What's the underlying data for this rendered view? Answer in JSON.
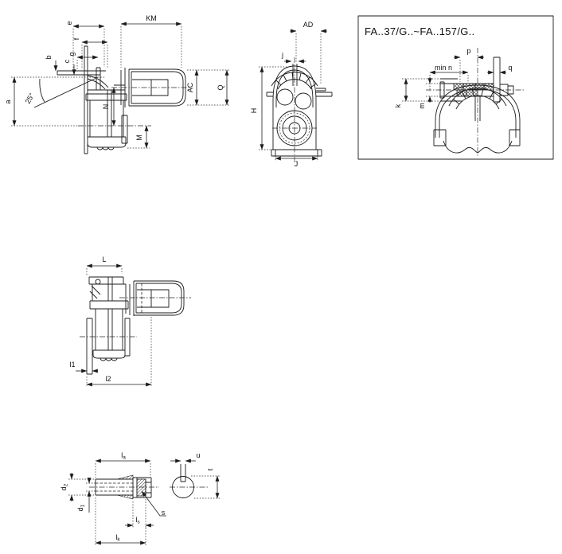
{
  "page": {
    "background": "#ffffff",
    "line_color": "#1b1b1b"
  },
  "detail_box": {
    "title": "FA..37/G..~FA..157/G.."
  },
  "side_view": {
    "e": "e",
    "f": "f",
    "g": "g",
    "b": "b",
    "c": "c",
    "a": "a",
    "angle": "25°",
    "KM": "KM",
    "AC": "AC",
    "Q": "Q",
    "N": "N",
    "M": "M"
  },
  "front_view": {
    "AD": "AD",
    "j": "j",
    "H": "H",
    "J": "J"
  },
  "detail_view": {
    "p": "p",
    "min_n": "min n",
    "q": "q",
    "k": "k",
    "m": "m"
  },
  "mount_view": {
    "L": "L",
    "l1": "l1",
    "l2": "l2"
  },
  "shaft_view": {
    "l": "l",
    "la_sub": "a",
    "ls_sub": "s",
    "lk_sub": "k",
    "u": "u",
    "t": "t",
    "d": "d",
    "d1_sub": "1",
    "d2_sub": "2",
    "s": "s"
  }
}
